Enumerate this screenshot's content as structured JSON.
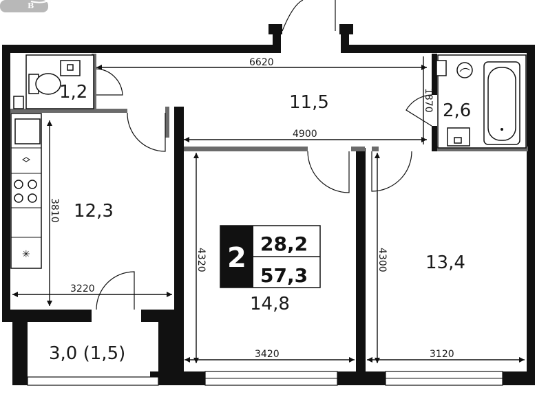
{
  "logo": {
    "letter": "В"
  },
  "summary": {
    "rooms": "2",
    "living_area": "28,2",
    "total_area": "57,3"
  },
  "rooms": {
    "bathroom_small": "1,2",
    "hall": "11,5",
    "bathroom": "2,6",
    "kitchen": "12,3",
    "room_left": "14,8",
    "room_right": "13,4",
    "balcony": "3,0 (1,5)"
  },
  "dimensions": {
    "hall_width": "6620",
    "hall_depth": "4900",
    "bath_height": "1870",
    "kitchen_height": "3810",
    "kitchen_width": "3220",
    "room_left_height": "4320",
    "room_left_width": "3420",
    "room_right_height": "4300",
    "room_right_width": "3120"
  },
  "colors": {
    "wall": "#111111",
    "partition": "#6b6b6b",
    "logo_badge": "#b8b8b8"
  }
}
